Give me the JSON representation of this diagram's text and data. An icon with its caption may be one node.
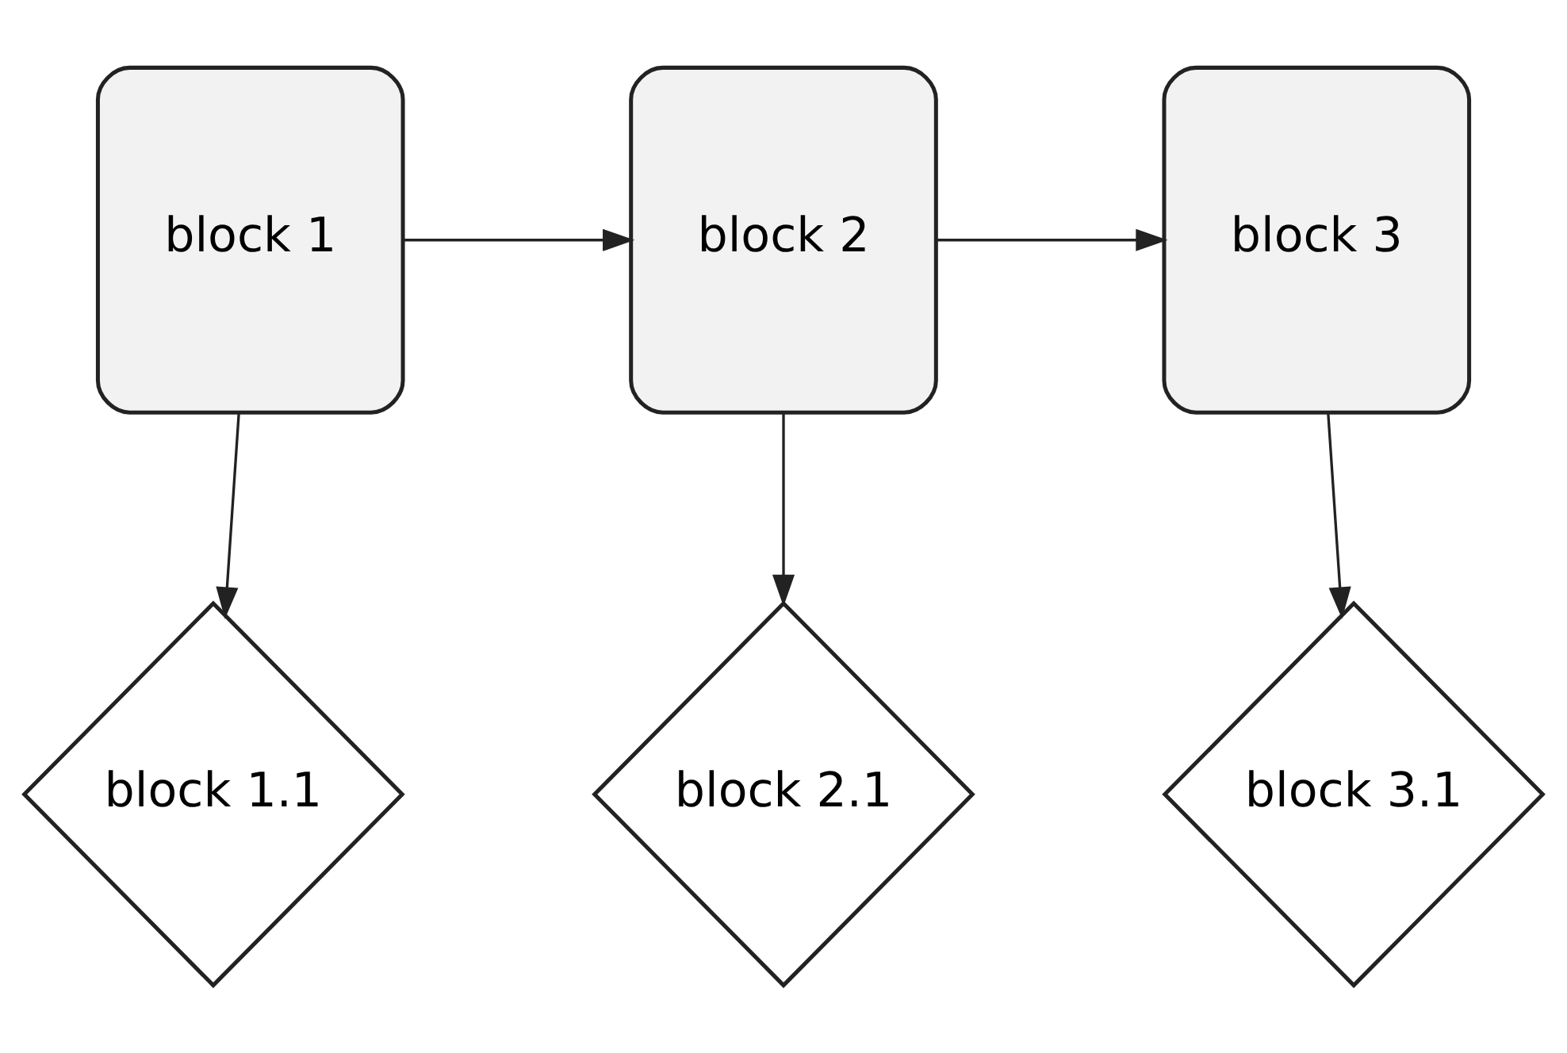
{
  "diagram": {
    "nodes": [
      {
        "text": [
          "block 1"
        ]
      },
      {
        "text": [
          "block 2"
        ]
      },
      {
        "text": [
          "block 3"
        ]
      },
      {
        "text": [
          "block 1.1"
        ]
      },
      {
        "text": [
          "block 2.1"
        ]
      },
      {
        "text": [
          "block 3.1"
        ]
      }
    ],
    "edges": [
      {
        "from": 0,
        "to": 1,
        "arrow": "to"
      },
      {
        "from": 1,
        "to": 2,
        "arrow": "to"
      },
      {
        "from": 0,
        "to": 3,
        "arrow": "to"
      },
      {
        "from": 1,
        "to": 4,
        "arrow": "to"
      },
      {
        "from": 2,
        "to": 5,
        "arrow": "to"
      }
    ]
  }
}
